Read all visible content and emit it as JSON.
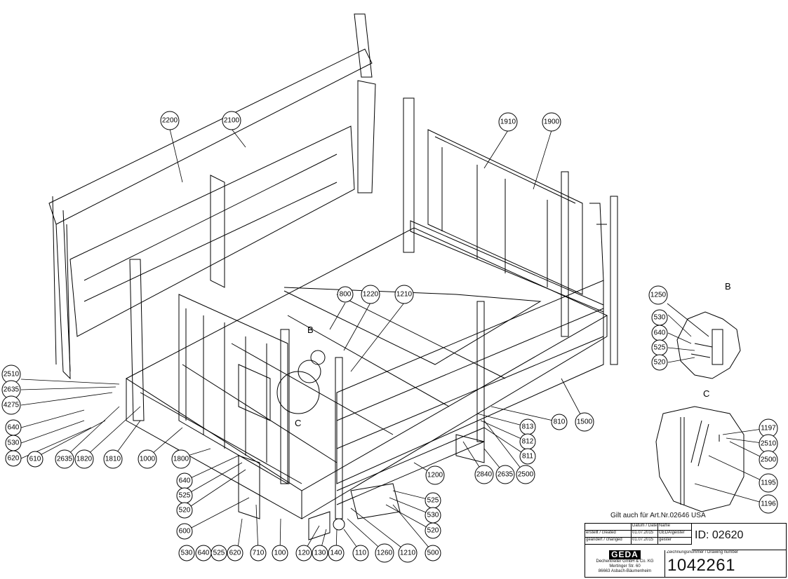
{
  "callouts": [
    "2200",
    "2100",
    "1910",
    "1900",
    "800",
    "1220",
    "1210",
    "1250",
    "530",
    "640",
    "525",
    "520",
    "2510",
    "2635",
    "4275",
    "640",
    "530",
    "620",
    "610",
    "2635",
    "1820",
    "1810",
    "1000",
    "1800",
    "640",
    "525",
    "520",
    "600",
    "530",
    "640",
    "525",
    "620",
    "710",
    "100",
    "120",
    "130",
    "140",
    "110",
    "1260",
    "1210",
    "500",
    "525",
    "530",
    "520",
    "1200",
    "2840",
    "2635",
    "2500",
    "813",
    "812",
    "811",
    "810",
    "1500",
    "1197",
    "2510",
    "2500",
    "1195",
    "1196"
  ],
  "views": {
    "b_main": "B",
    "c_main": "C",
    "b_detail": "B",
    "c_detail": "C"
  },
  "note": "Gilt auch für Art.Nr.02646 USA",
  "title_block": {
    "hdr_datum": "Datum / Date",
    "hdr_name": "Name",
    "created_label": "erstellt / created",
    "created_date": "01.07.2015",
    "created_name": "GEDA\\geister",
    "changed_label": "geändert / changed",
    "changed_date": "01.07.2015",
    "changed_name": "geister",
    "id": "ID: 02620",
    "logo": "GEDA",
    "company": "Dechentreiter GmbH & Co. KG",
    "street": "Mertinger Str. 60",
    "city": "86663 Asbach-Bäumenheim",
    "drawing_label": "Zeichnungsnummer / Drawing number",
    "drawing_number": "1042261"
  }
}
